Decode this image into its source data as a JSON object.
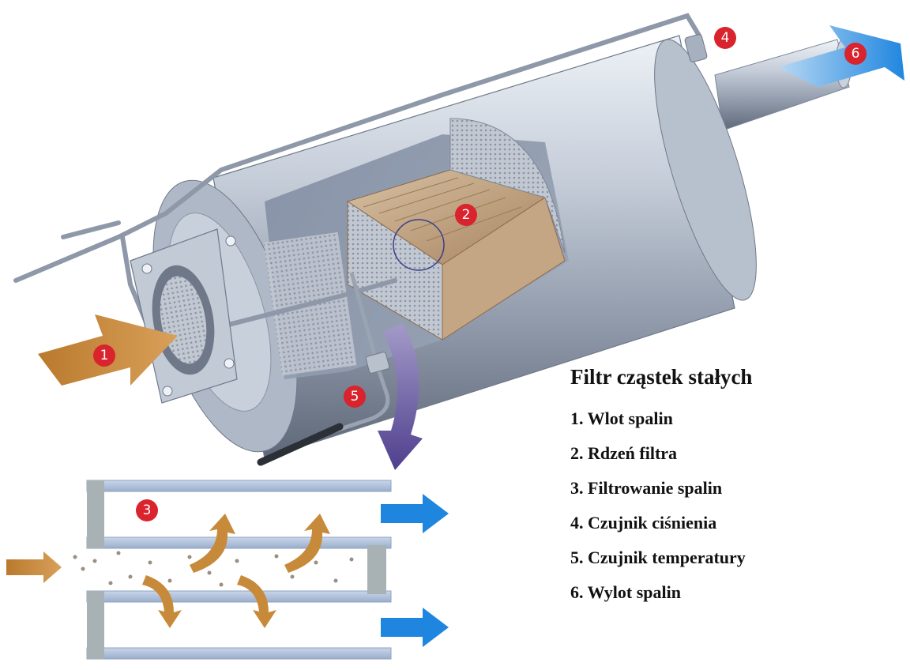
{
  "legend": {
    "title": "Filtr cząstek stałych",
    "items": [
      {
        "number": "1",
        "label": "1. Wlot spalin"
      },
      {
        "number": "2",
        "label": "2. Rdzeń filtra"
      },
      {
        "number": "3",
        "label": "3. Filtrowanie spalin"
      },
      {
        "number": "4",
        "label": "4. Czujnik ciśnienia"
      },
      {
        "number": "5",
        "label": "5. Czujnik temperatury"
      },
      {
        "number": "6",
        "label": "6. Wylot spalin"
      }
    ]
  },
  "markers": [
    "1",
    "2",
    "3",
    "4",
    "5",
    "6"
  ],
  "colors": {
    "marker": "#d9232d",
    "inlet_arrow": "#c78a3a",
    "outlet_arrow": "#2a8de0",
    "body_metal": "#aab4c4",
    "filter_core": "#b89a78"
  }
}
